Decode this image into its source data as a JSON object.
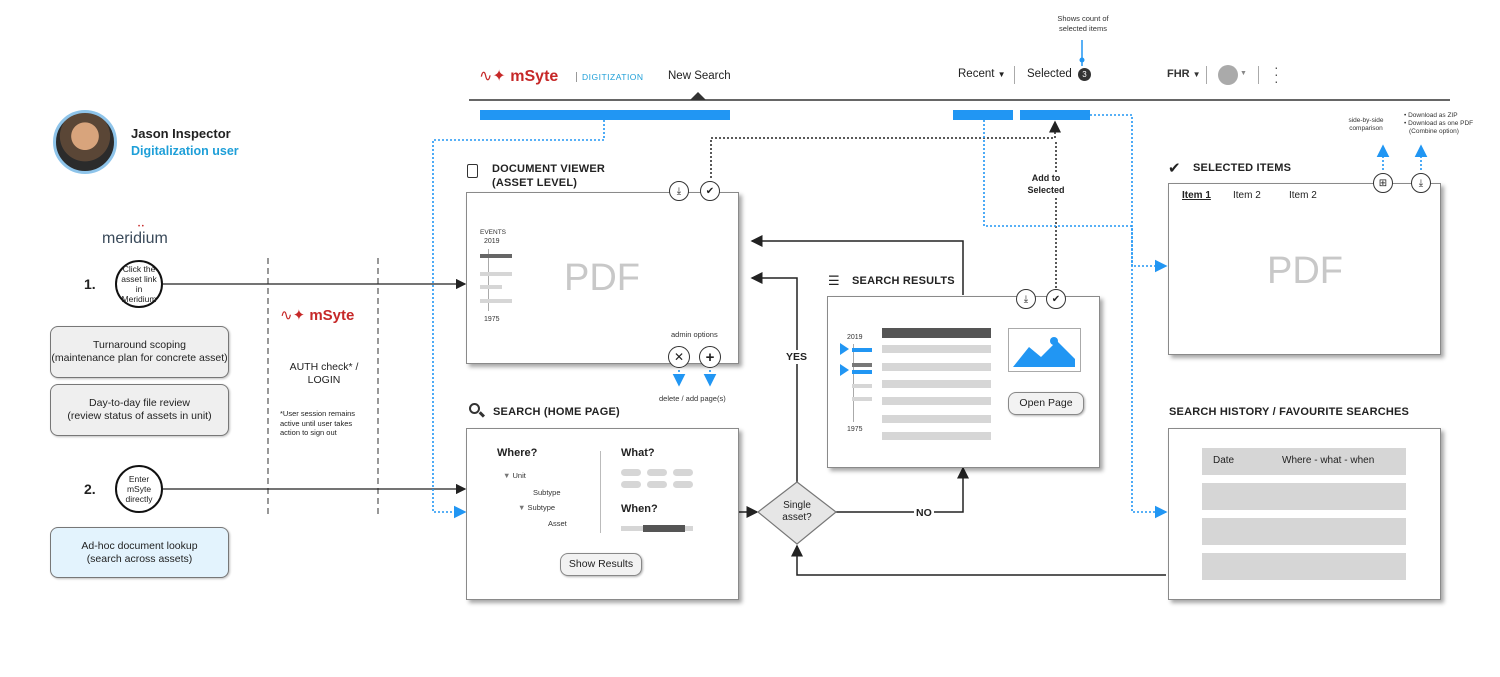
{
  "persona": {
    "name": "Jason Inspector",
    "role": "Digitalization user"
  },
  "brand": {
    "meridium": "meridium",
    "msyte": "mSyte",
    "digitization": "DIGITIZATION"
  },
  "nav": {
    "new_search": "New Search",
    "recent": "Recent",
    "selected": "Selected",
    "selected_count": "3",
    "fhr": "FHR",
    "count_note": "Shows count of selected items"
  },
  "steps": [
    {
      "num": "1.",
      "text": "Click the asset link in Meridium"
    },
    {
      "num": "2.",
      "text": "Enter mSyte directly"
    }
  ],
  "use_cases": [
    {
      "title": "Turnaround scoping",
      "detail": "(maintenance plan for concrete asset)"
    },
    {
      "title": "Day-to-day file review",
      "detail": "(review status of assets in unit)"
    },
    {
      "title": "Ad-hoc document lookup",
      "detail": "(search across assets)"
    }
  ],
  "auth": {
    "check": "AUTH check* / LOGIN",
    "note": "*User session remains active until user takes action to sign out"
  },
  "doc_viewer": {
    "title_1": "DOCUMENT VIEWER",
    "title_2": "(ASSET LEVEL)",
    "events": "EVENTS",
    "year_top": "2019",
    "year_bottom": "1975",
    "pdf": "PDF",
    "admin": "admin options",
    "admin_note": "delete / add page(s)"
  },
  "search": {
    "title": "SEARCH (HOME PAGE)",
    "where": "Where?",
    "what": "What?",
    "when": "When?",
    "tree": [
      "Unit",
      "Subtype",
      "Subtype",
      "Asset"
    ],
    "button": "Show Results"
  },
  "decision": {
    "text": "Single asset?",
    "yes": "YES",
    "no": "NO"
  },
  "results": {
    "title": "SEARCH RESULTS",
    "year_top": "2019",
    "year_bottom": "1975",
    "button": "Open Page"
  },
  "add_selected": "Add to Selected",
  "selected_items": {
    "title": "SELECTED ITEMS",
    "tabs": [
      "Item 1",
      "Item 2",
      "Item 2"
    ],
    "pdf": "PDF",
    "compare_note": "side-by-side comparison",
    "download_note_1": "• Download as ZIP",
    "download_note_2": "• Download as one PDF",
    "download_note_3": "(Combine option)"
  },
  "history": {
    "title": "SEARCH HISTORY / FAVOURITE SEARCHES",
    "col_date": "Date",
    "col_www": "Where - what - when"
  },
  "colors": {
    "accent": "#2196f3",
    "brand_red": "#c62828",
    "brand_teal": "#1e9fd8"
  }
}
